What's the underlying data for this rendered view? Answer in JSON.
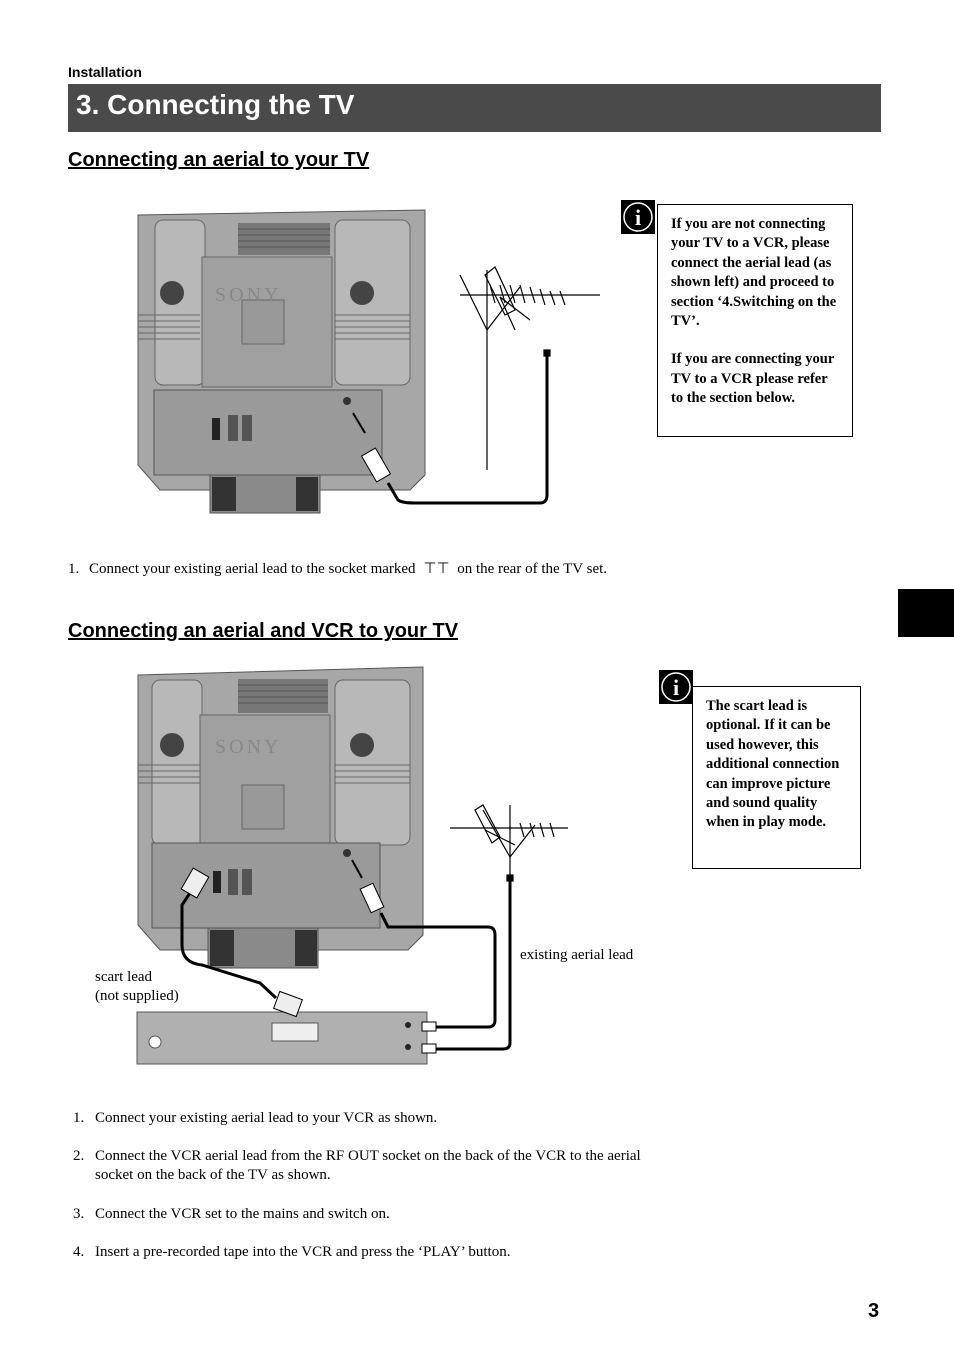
{
  "header": {
    "section": "Installation",
    "title": "3. Connecting the TV"
  },
  "section1": {
    "heading": "Connecting an aerial to your TV",
    "brand": "SONY",
    "note": {
      "para1": "If you are not connecting your TV to a VCR, please connect the aerial lead (as shown left) and proceed to section ‘4.Switching on the TV’.",
      "para2": "If you are connecting your TV to a VCR please refer to the section below."
    },
    "step": {
      "number": "1.",
      "text_before": "Connect your existing aerial lead to the socket marked",
      "symbol": "⊤⊤",
      "text_after": "on the rear of the TV set."
    }
  },
  "section2": {
    "heading": "Connecting an aerial and VCR to your TV",
    "brand": "SONY",
    "note": "The scart lead is optional.  If it can be used however, this additional connection can improve picture and sound quality when in play mode.",
    "labels": {
      "existing_aerial_lead": "existing aerial lead",
      "scart_lead": "scart lead",
      "not_supplied": "(not supplied)"
    },
    "steps": [
      {
        "number": "1.",
        "text": "Connect your existing aerial lead to your VCR as shown."
      },
      {
        "number": "2.",
        "text": "Connect the VCR aerial lead from the RF OUT socket on the back of the VCR to the aerial socket on the back of the TV as shown."
      },
      {
        "number": "3.",
        "text": "Connect the VCR set to the mains and switch on."
      },
      {
        "number": "4.",
        "text": "Insert a pre-recorded tape into the VCR and press the ‘PLAY’ button."
      }
    ]
  },
  "page_number": "3",
  "colors": {
    "title_bar": "#4a4a4a",
    "tv_body": "#a9a9a9",
    "tab": "#000000"
  }
}
